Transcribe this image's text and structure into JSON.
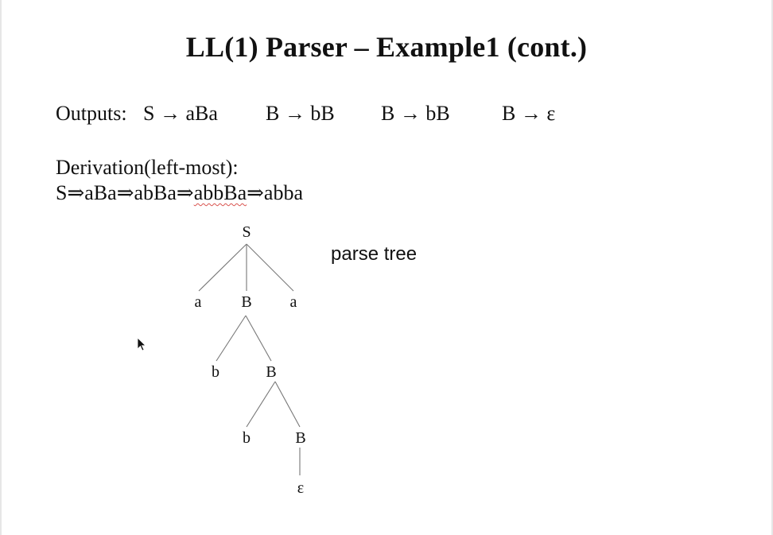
{
  "title": "LL(1) Parser – Example1 (cont.)",
  "outputs": {
    "label": "Outputs:",
    "rules": [
      "S → aBa",
      "B → bB",
      "B → bB",
      "B → ε"
    ]
  },
  "derivation": {
    "label": "Derivation(left-most):",
    "steps": [
      "S",
      "aBa",
      "abBa",
      "abbBa",
      "abba"
    ],
    "arrow": "⇒"
  },
  "parse_tree": {
    "caption": "parse tree",
    "nodes": {
      "root": "S",
      "l1_left": "a",
      "l1_mid": "B",
      "l1_right": "a",
      "l2_left": "b",
      "l2_right": "B",
      "l3_left": "b",
      "l3_right": "B",
      "l4": "ε"
    }
  }
}
